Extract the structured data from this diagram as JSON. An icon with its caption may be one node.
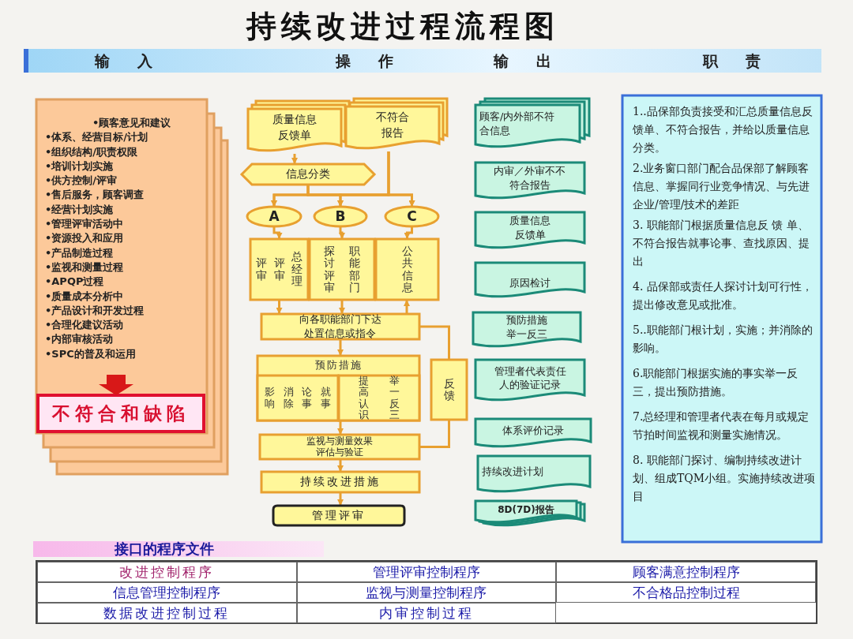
{
  "diagram": {
    "title": "持续改进过程流程图",
    "nodes": [
      {
        "text": [
          "•顾客意见和建议",
          "•体系、经营目标/计划",
          "•组织结构/职责权限",
          "•培训计划实施",
          "•供方控制/评审",
          "•售后服务，顾客调查",
          "•经营计划实施",
          "•管理评审活动中",
          "•资源投入和应用",
          "•产品制造过程",
          "•监视和测量过程",
          "•APQP过程",
          "•质量成本分析中",
          "•产品设计和开发过程",
          "•合理化建议活动",
          "•内部审核活动",
          "•SPC的普及和运用"
        ]
      },
      {
        "text": [
          "不符合和缺陷"
        ],
        "in": 0
      },
      {
        "text": [
          "质量信息反馈单"
        ]
      },
      {
        "text": [
          "不符合报告"
        ]
      },
      {
        "text": [
          "信息分类"
        ]
      },
      {
        "text": [
          "A"
        ]
      },
      {
        "text": [
          "B"
        ]
      },
      {
        "text": [
          "C"
        ]
      },
      {
        "text": [
          "评审",
          "评审",
          "总经理"
        ]
      },
      {
        "text": [
          "探讨评审",
          "职能部门"
        ]
      },
      {
        "text": [
          "公共信息"
        ]
      },
      {
        "text": [
          "向各职能部门下达处置信息或指令"
        ]
      },
      {
        "text": [
          "预防措施"
        ]
      },
      {
        "text": [
          "影响",
          "消除",
          "论事",
          "就事"
        ],
        "in": 12
      },
      {
        "text": [
          "提高认识",
          "举一反三"
        ],
        "in": 12
      },
      {
        "text": [
          "反馈"
        ]
      },
      {
        "text": [
          "监视与测量效果评估与验证"
        ]
      },
      {
        "text": [
          "持续改进措施"
        ]
      },
      {
        "text": [
          "管理评审"
        ]
      },
      {
        "text": [
          "顾客/内外部不符合信息"
        ]
      },
      {
        "text": [
          "内审／外审不不符合报告"
        ]
      },
      {
        "text": [
          "质量信息反馈单"
        ]
      },
      {
        "text": [
          "原因检讨"
        ]
      },
      {
        "text": [
          "预防措施举一反三"
        ]
      },
      {
        "text": [
          "管理者代表责任人的验证记录"
        ]
      },
      {
        "text": [
          "体系评价记录"
        ]
      },
      {
        "text": [
          "持续改进计划"
        ]
      },
      {
        "text": [
          "8D(7D)报告"
        ]
      },
      {
        "text": [
          "1..品保部负责接受和汇总质量信息反馈单、不符合报告，并给以质量信息分类。",
          "2.业务窗口部门配合品保部了解顾客信息、掌握同行业竞争情况、与先进企业/管理/技术的差距",
          "3. 职能部门根据质量信息反 馈 单、不符合报告就事论事、查找原因、提出",
          "4. 品保部或责任人探讨计划可行性，提出修改意见或批准。",
          "5..职能部门根计划，实施；并消除的影响。",
          "6.职能部门根据实施的事实举一反三，提出预防措施。",
          "7.总经理和管理者代表在每月或规定节拍时间监视和测量实施情况。",
          "8. 职能部门探讨、编制持续改进计划、组成TQM小组。实施持续改进项目"
        ]
      }
    ],
    "edges": [
      {
        "from": 2,
        "to": 4,
        "arrow": "to"
      },
      {
        "from": 4,
        "to": 5,
        "arrow": "to"
      },
      {
        "from": 4,
        "to": 6,
        "arrow": "to"
      },
      {
        "from": 4,
        "to": 7,
        "arrow": "to"
      },
      {
        "from": 3,
        "to": 5,
        "arrow": "to"
      },
      {
        "from": 3,
        "to": 6,
        "arrow": "to"
      },
      {
        "from": 3,
        "to": 7,
        "arrow": "to"
      },
      {
        "from": 5,
        "to": 8,
        "arrow": "to"
      },
      {
        "from": 6,
        "to": 9,
        "arrow": "to"
      },
      {
        "from": 7,
        "to": 10,
        "arrow": "to"
      },
      {
        "from": 8,
        "to": 11,
        "arrow": "to"
      },
      {
        "from": 9,
        "to": 11,
        "arrow": "to"
      },
      {
        "from": 11,
        "to": 10,
        "arrow": "to"
      },
      {
        "from": 11,
        "to": 12,
        "arrow": "to"
      },
      {
        "from": 12,
        "to": 16,
        "arrow": "to"
      },
      {
        "from": 16,
        "to": 17,
        "arrow": "to"
      },
      {
        "from": 17,
        "to": 18,
        "arrow": "to"
      },
      {
        "from": 11,
        "to": 15,
        "arrow": "none"
      },
      {
        "from": 15,
        "to": 16,
        "arrow": "none"
      }
    ],
    "labels": [
      "输　入",
      "操　作",
      "输　出",
      "职　责",
      "接口的程序文件",
      "改进控制程序",
      "管理评审控制程序",
      "顾客满意控制程序",
      "信息管理控制程序",
      "监视与测量控制程序",
      "不合格品控制过程",
      "数据改进控制过程",
      "内审控制过程"
    ]
  }
}
